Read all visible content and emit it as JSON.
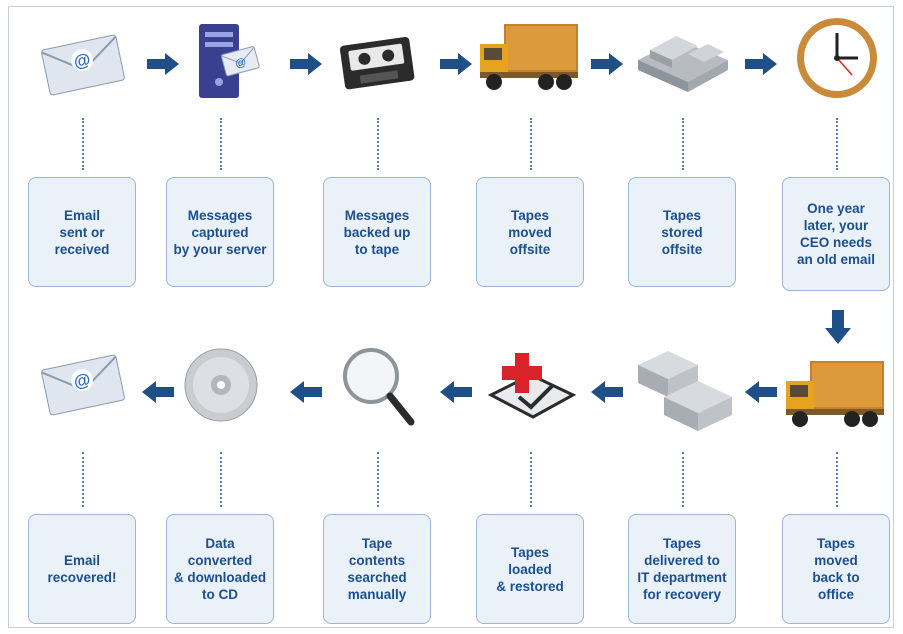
{
  "colors": {
    "arrow": "#1e4f86",
    "box_fill": "#eaf1f9",
    "box_border": "#9cb6d3",
    "text": "#1b4f8f",
    "dots": "#5b7da8"
  },
  "top_row": [
    {
      "label": "Email\nsent or\nreceived",
      "icon": "envelope-icon"
    },
    {
      "label": "Messages\ncaptured\nby your server",
      "icon": "server-icon"
    },
    {
      "label": "Messages\nbacked up\nto tape",
      "icon": "cassette-tape-icon"
    },
    {
      "label": "Tapes\nmoved\noffsite",
      "icon": "truck-icon"
    },
    {
      "label": "Tapes\nstored\noffsite",
      "icon": "warehouse-icon"
    },
    {
      "label": "One year\nlater, your\nCEO needs\nan old email",
      "icon": "clock-icon"
    }
  ],
  "bottom_row": [
    {
      "label": "Email\nrecovered!",
      "icon": "envelope-icon"
    },
    {
      "label": "Data\nconverted\n& downloaded\nto CD",
      "icon": "cd-icon"
    },
    {
      "label": "Tape\ncontents\nsearched\nmanually",
      "icon": "magnifier-icon"
    },
    {
      "label": "Tapes\nloaded\n& restored",
      "icon": "restore-icon"
    },
    {
      "label": "Tapes\ndelivered to\nIT department\nfor recovery",
      "icon": "buildings-icon"
    },
    {
      "label": "Tapes\nmoved\nback to\noffice",
      "icon": "truck-icon"
    }
  ]
}
